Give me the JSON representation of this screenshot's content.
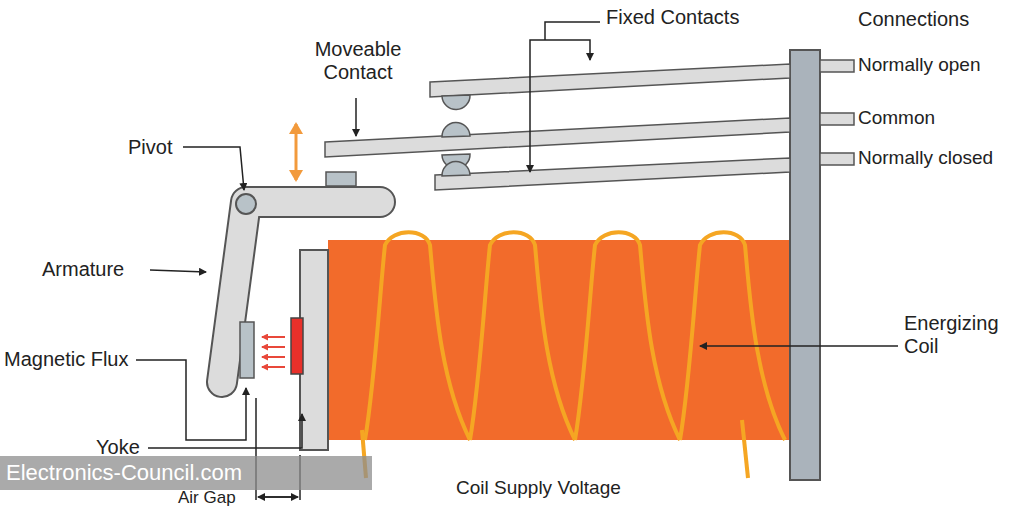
{
  "diagram": {
    "labels": [
      "Fixed Contacts",
      "Connections",
      "Normally open",
      "Moveable Contact",
      "Common",
      "Pivot",
      "Normally closed",
      "Armature",
      "Energizing Coil",
      "Magnetic Flux",
      "Yoke",
      "Air Gap",
      "Coil Supply Voltage",
      "Electronics-Council.com"
    ]
  }
}
